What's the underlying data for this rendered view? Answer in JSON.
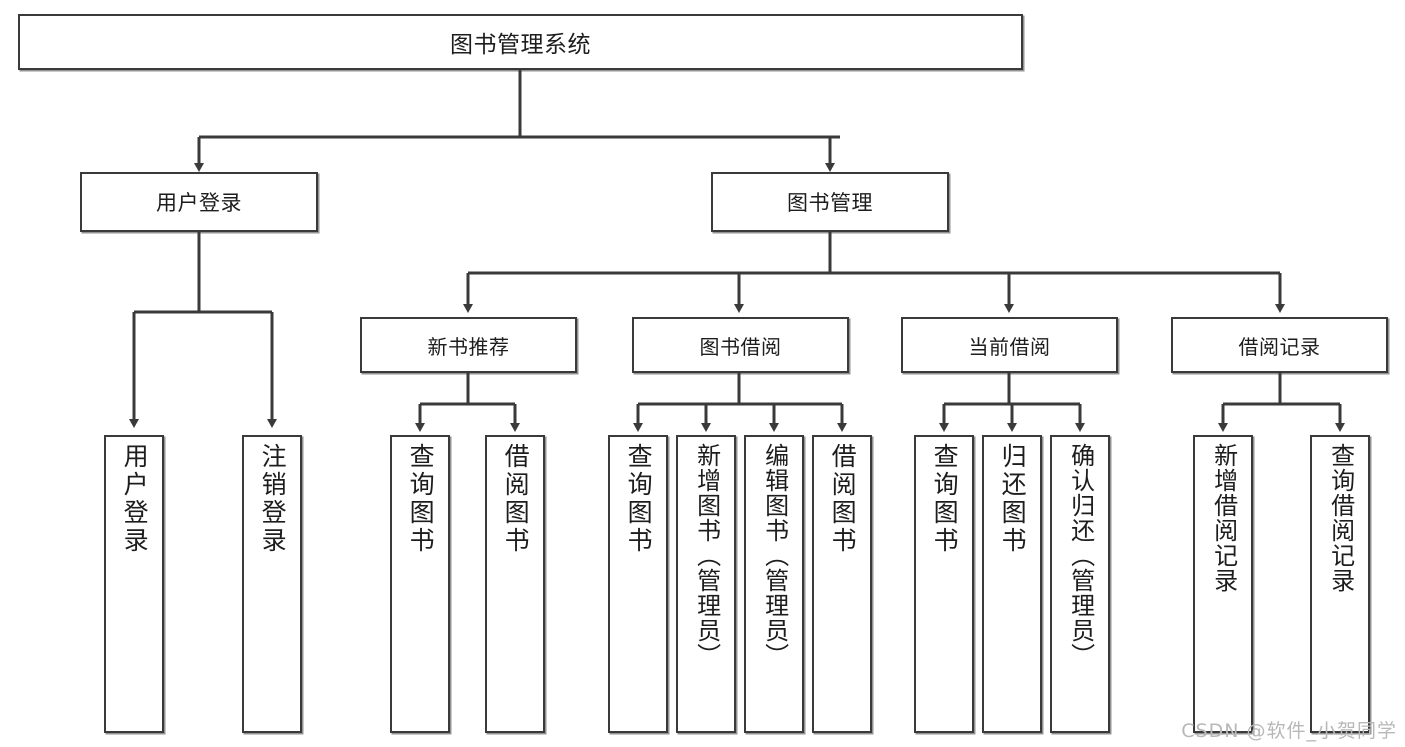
{
  "diagram": {
    "title": "图书管理系统",
    "watermark": "CSDN @软件_小贺同学",
    "line_color": "#3a3a3a",
    "box_fill": "#ffffff",
    "text_color": "#1d1d1d",
    "watermark_color": "#b8b8b8",
    "root": {
      "label": "图书管理系统"
    },
    "level1": [
      {
        "label": "用户登录"
      },
      {
        "label": "图书管理"
      }
    ],
    "level2": [
      {
        "label": "新书推荐"
      },
      {
        "label": "图书借阅"
      },
      {
        "label": "当前借阅"
      },
      {
        "label": "借阅记录"
      }
    ],
    "leaves": {
      "user_login": [
        {
          "label": "用户登录"
        },
        {
          "label": "注销登录"
        }
      ],
      "new_book_recommend": [
        {
          "label": "查询图书"
        },
        {
          "label": "借阅图书"
        }
      ],
      "book_borrow": [
        {
          "label": "查询图书"
        },
        {
          "label": "新增图书（管理员）"
        },
        {
          "label": "编辑图书（管理员）"
        },
        {
          "label": "借阅图书"
        }
      ],
      "current_borrow": [
        {
          "label": "查询图书"
        },
        {
          "label": "归还图书"
        },
        {
          "label": "确认归还（管理员）"
        }
      ],
      "borrow_record": [
        {
          "label": "新增借阅记录"
        },
        {
          "label": "查询借阅记录"
        }
      ]
    }
  }
}
